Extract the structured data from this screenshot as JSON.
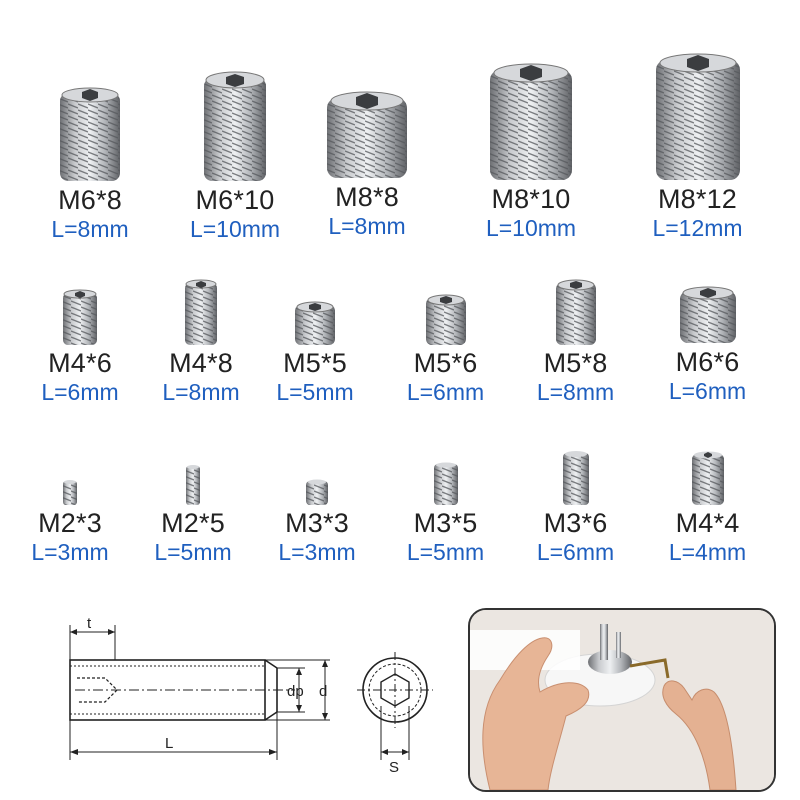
{
  "rows": [
    [
      {
        "name": "M6*8",
        "length": "L=8mm"
      },
      {
        "name": "M6*10",
        "length": "L=10mm"
      },
      {
        "name": "M8*8",
        "length": "L=8mm"
      },
      {
        "name": "M8*10",
        "length": "L=10mm"
      },
      {
        "name": "M8*12",
        "length": "L=12mm"
      }
    ],
    [
      {
        "name": "M4*6",
        "length": "L=6mm"
      },
      {
        "name": "M4*8",
        "length": "L=8mm"
      },
      {
        "name": "M5*5",
        "length": "L=5mm"
      },
      {
        "name": "M5*6",
        "length": "L=6mm"
      },
      {
        "name": "M5*8",
        "length": "L=8mm"
      },
      {
        "name": "M6*6",
        "length": "L=6mm"
      }
    ],
    [
      {
        "name": "M2*3",
        "length": "L=3mm"
      },
      {
        "name": "M2*5",
        "length": "L=5mm"
      },
      {
        "name": "M3*3",
        "length": "L=3mm"
      },
      {
        "name": "M3*5",
        "length": "L=5mm"
      },
      {
        "name": "M3*6",
        "length": "L=6mm"
      },
      {
        "name": "M4*4",
        "length": "L=4mm"
      }
    ]
  ],
  "diagram": {
    "label_t": "t",
    "label_L": "L",
    "label_dp": "dp",
    "label_d": "d",
    "label_s": "S"
  },
  "colors": {
    "length_text": "#1f5fbf",
    "name_text": "#222222",
    "steel": "#a9acb0"
  }
}
